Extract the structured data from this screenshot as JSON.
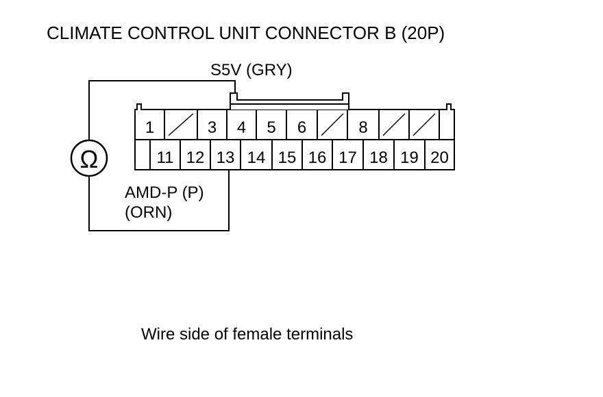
{
  "title": "CLIMATE CONTROL UNIT CONNECTOR B (20P)",
  "wire_top_label": "S5V (GRY)",
  "wire_bottom_label_line1": "AMD-P (P)",
  "wire_bottom_label_line2": "(ORN)",
  "meter_symbol": "Ω",
  "meter_icon": "ohmmeter-icon",
  "footer": "Wire side of female terminals",
  "connector": {
    "top_row": [
      "1",
      "",
      "3",
      "4",
      "5",
      "6",
      "",
      "8",
      "",
      "",
      ""
    ],
    "bottom_row": [
      "",
      "11",
      "12",
      "13",
      "14",
      "15",
      "16",
      "17",
      "18",
      "19",
      "20"
    ]
  }
}
